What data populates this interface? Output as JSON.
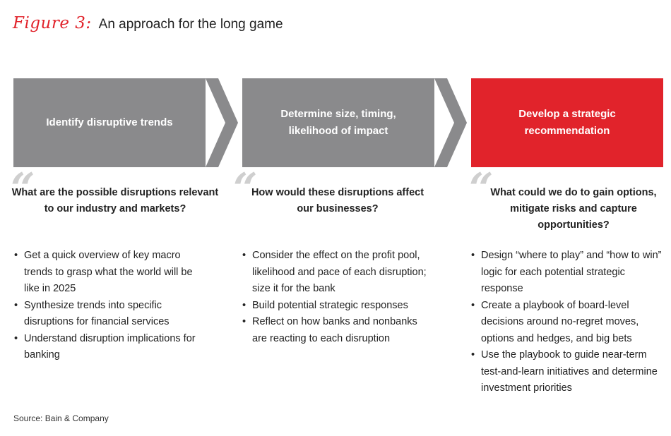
{
  "header": {
    "figure_label": "Figure 3:",
    "subtitle": "An approach for the long game"
  },
  "colors": {
    "accent": "#e1232b",
    "box_gray": "#8a8a8c",
    "quote_gray": "#cfcfcf"
  },
  "steps": [
    {
      "title": "Identify disruptive trends",
      "question": "What are the possible disruptions relevant to our industry and markets?",
      "bullets": [
        "Get a quick overview of key macro trends to grasp what the world will be like in 2025",
        "Synthesize trends into specific disruptions for financial services",
        "Understand disruption implications for banking"
      ]
    },
    {
      "title": "Determine size, timing, likelihood of impact",
      "question": "How would these disruptions affect our businesses?",
      "bullets": [
        "Consider the effect on the profit pool, likelihood and pace of each disruption; size it for the bank",
        "Build potential strategic responses",
        "Reflect on how banks and nonbanks are reacting to each disruption"
      ]
    },
    {
      "title": "Develop a strategic recommendation",
      "question": "What could we do to gain options, mitigate risks and capture opportunities?",
      "bullets": [
        "Design “where to play” and “how to win” logic for each potential strategic response",
        "Create a playbook of board-level decisions around no-regret moves, options and hedges, and big bets",
        "Use the playbook to guide near-term test-and-learn initiatives and determine investment priorities"
      ]
    }
  ],
  "quote_glyph": "“",
  "source": "Source: Bain & Company"
}
